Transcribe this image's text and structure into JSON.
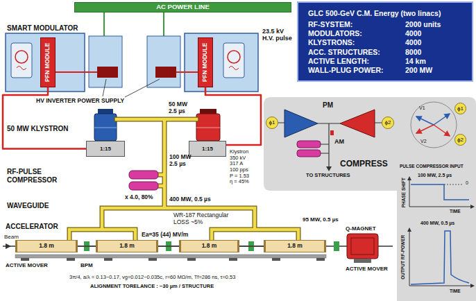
{
  "diagram": {
    "nodes": [
      {
        "text": [
          "AC POWER LINE"
        ]
      },
      {
        "text": [
          "GLC 500-GeV C.M. Energy (two linacs)",
          "RF-SYSTEM:",
          "2000 units",
          "MODULATORS:",
          "4000",
          "KLYSTRONS:",
          "4000",
          "ACC. STRUCTURES:",
          "8000",
          "ACTIVE LENGTH:",
          "14 km",
          "WALL-PLUG POWER:",
          "200 MW"
        ]
      },
      {
        "text": [
          "PFN MODULE"
        ]
      },
      {
        "text": [
          "PFN MODULE"
        ]
      },
      {
        "text": [
          "ϕ1"
        ]
      },
      {
        "text": [
          "ϕ2"
        ]
      },
      {
        "text": [
          "ϕ1"
        ]
      },
      {
        "text": [
          "ϕ2"
        ]
      },
      {
        "text": [
          "1:15"
        ]
      },
      {
        "text": [
          "1:15"
        ]
      },
      {
        "text": [
          "1.8 m"
        ]
      },
      {
        "text": [
          "1.8 m"
        ]
      },
      {
        "text": [
          "1.8 m"
        ]
      },
      {
        "text": [
          "1.8 m"
        ]
      }
    ],
    "edges": [
      {
        "from": 2,
        "to": 8,
        "arrow": "none"
      },
      {
        "from": 3,
        "to": 9,
        "arrow": "none"
      },
      {
        "from": 10,
        "to": 11,
        "arrow": "none"
      },
      {
        "from": 11,
        "to": 12,
        "arrow": "none"
      },
      {
        "from": 12,
        "to": 13,
        "arrow": "none"
      }
    ],
    "labels": [
      "SMART MODULATOR",
      "23.5 kV H.V. pulse",
      "HV INVERTER POWER SUPPLY",
      "50 MW KLYSTRON",
      "50 MW 2.5 µs",
      "100 MW 2.5 µs",
      "Klystron 350 kV 317 A 100 pps P = 1.53 η = 45%",
      "RF-PULSE COMPRESSOR",
      "x 4.0, 80%",
      "400 MW, 0.5 µs",
      "WAVEGUIDE",
      "WR-187 Rectangular LOSS ~5%",
      "95 MW, 0.5 µs",
      "ACCELERATOR",
      "Beam",
      "Ea=35 (44) MV/m",
      "Q-MAGNET",
      "ACTIVE MOVER",
      "BPM",
      "ACTIVE MOVER",
      "3π/4, a/λ = 0.13~0.17, vg=0.012~0.035c, r=60 MΩ/m, Tf=286 ns, τ=0.53",
      "ALIGNMENT TORELANCE : ~30 µm / STRUCTURE",
      "PM",
      "AM",
      "COMPRESS",
      "TO STRUCTURES",
      "V1",
      "V2",
      "PULSE COMPRESSOR INPUT",
      "100 MW, 2.5 µs",
      "0",
      "PHASE SHIFT",
      "TIME",
      "400 MW, 0.5 µs",
      "OUTPUT RF-POWER",
      "TIME"
    ]
  }
}
